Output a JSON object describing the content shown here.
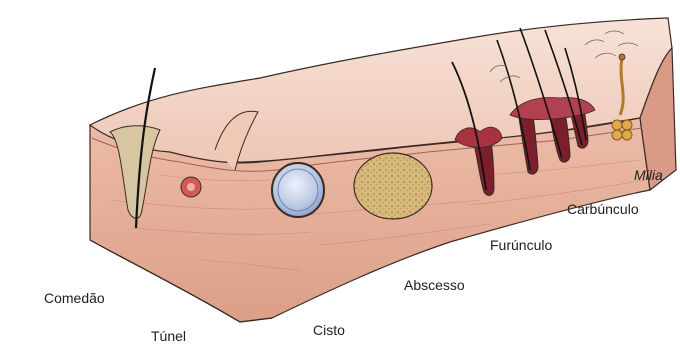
{
  "labels": {
    "comedao": "Comedão",
    "tunel": "Túnel",
    "cisto": "Cisto",
    "abscesso": "Abscesso",
    "furunculo": "Furúnculo",
    "carbunculo": "Carbúnculo",
    "milia": "Milia"
  },
  "colors": {
    "skin_top": "#f3d3c4",
    "skin_front": "#e4ab95",
    "skin_side": "#d99b85",
    "outline": "#3a2a25",
    "cyst_fill": "#a9b9d8",
    "abscess_fill": "#d6b77a",
    "follicle_red": "#8a1f2b",
    "label_text": "#1e1e1e"
  }
}
